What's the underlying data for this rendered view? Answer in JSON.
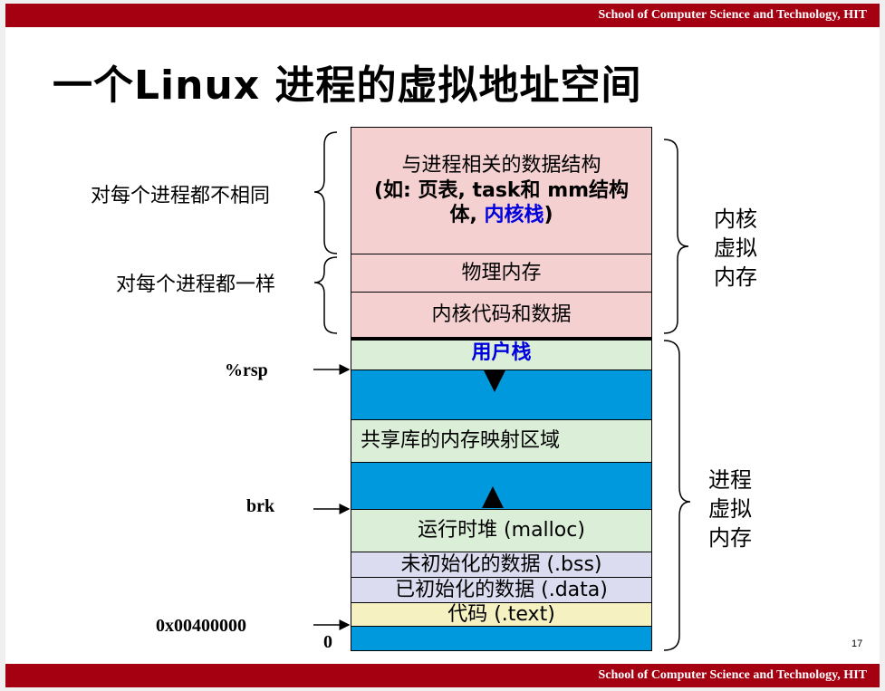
{
  "header": {
    "text": "School of Computer Science and Technology, HIT"
  },
  "footer": {
    "text": "School of Computer Science and Technology, HIT"
  },
  "title": "一个Linux 进程的虚拟地址空间",
  "page_number": "17",
  "kernel_region": {
    "struct_line1": "与进程相关的数据结构",
    "struct_line2": "(如: 页表, task和 mm结构",
    "struct_line3a": "体, ",
    "struct_line3_highlight": "内核栈",
    "struct_line3b": ")",
    "physical_memory": "物理内存",
    "kernel_code": "内核代码和数据"
  },
  "process_region": {
    "user_stack": "用户栈",
    "shared_libs": "共享库的内存映射区域",
    "heap": "运行时堆 (malloc)",
    "bss": "未初始化的数据 (.bss)",
    "data": "已初始化的数据 (.data)",
    "text": "代码 (.text)"
  },
  "left_labels": {
    "differs": "对每个进程都不相同",
    "same": "对每个进程都一样",
    "rsp": "%rsp",
    "brk": "brk",
    "addr": "0x00400000",
    "zero": "0"
  },
  "right_labels": {
    "kernel_vm": [
      "内核",
      "虚拟",
      "内存"
    ],
    "process_vm": [
      "进程",
      "虚拟",
      "内存"
    ]
  },
  "colors": {
    "header_bar": "#a50012",
    "kernel": "#f4d0d1",
    "user": "#dbeed8",
    "free": "#0099dd",
    "bss_data": "#dcdcf0",
    "text": "#f5f1c1",
    "highlight": "#0000dd"
  }
}
